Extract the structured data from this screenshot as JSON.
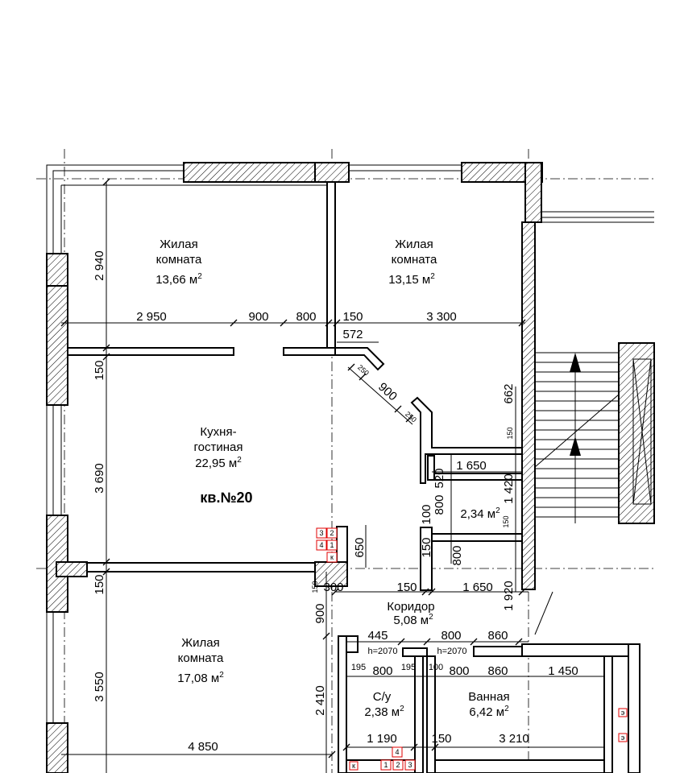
{
  "apartment": {
    "label": "кв.№20"
  },
  "rooms": [
    {
      "id": "living1",
      "name1": "Жилая",
      "name2": "комната",
      "area": "13,66",
      "unit": "м"
    },
    {
      "id": "living2",
      "name1": "Жилая",
      "name2": "комната",
      "area": "13,15",
      "unit": "м"
    },
    {
      "id": "kitchen",
      "name1": "Кухня-",
      "name2": "гостиная",
      "area": "22,95",
      "unit": "м"
    },
    {
      "id": "closet",
      "name1": "",
      "name2": "",
      "area": "2,34",
      "unit": "м"
    },
    {
      "id": "corridor",
      "name1": "Коридор",
      "name2": "",
      "area": "5,08",
      "unit": "м"
    },
    {
      "id": "living3",
      "name1": "Жилая",
      "name2": "комната",
      "area": "17,08",
      "unit": "м"
    },
    {
      "id": "wc",
      "name1": "С/у",
      "name2": "",
      "area": "2,38",
      "unit": "м"
    },
    {
      "id": "bath",
      "name1": "Ванная",
      "name2": "",
      "area": "6,42",
      "unit": "м"
    }
  ],
  "area_sup": "2",
  "dimensions": {
    "h2950": "2 950",
    "h900a": "900",
    "h800a": "800",
    "h150a": "150",
    "h3300": "3 300",
    "h572": "572",
    "d250a": "250",
    "d900": "900",
    "d250b": "250",
    "h1650a": "1 650",
    "h150b": "150",
    "h1650b": "1 650",
    "h300": "300",
    "h150c": "150",
    "h445": "445",
    "h800b": "800",
    "h860a": "860",
    "h195a": "195",
    "h800c": "800",
    "h195b": "195",
    "h100": "100",
    "h800d": "800",
    "h860b": "860",
    "h1450": "1 450",
    "h1190": "1 190",
    "h150d": "150",
    "h3210": "3 210",
    "h4850": "4 850",
    "v2940": "2 940",
    "v150a": "150",
    "v3690": "3 690",
    "v150b": "150",
    "v3550": "3 550",
    "v900": "900",
    "v2410": "2 410",
    "v650": "650",
    "v662": "662",
    "v150c": "150",
    "v520": "520",
    "v1420": "1 420",
    "v150d": "150",
    "v800a": "800",
    "v100": "100",
    "v150e": "150",
    "v800b": "800",
    "v1920": "1 920"
  },
  "door_heights": {
    "d1": "h=2070",
    "d2": "h=2070"
  },
  "fixtures": [
    "3",
    "2",
    "4",
    "1",
    "к",
    "4",
    "1",
    "2",
    "3",
    "к",
    "э",
    "э"
  ]
}
